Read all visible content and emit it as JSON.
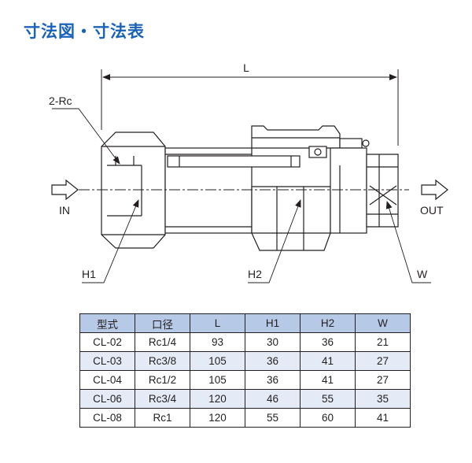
{
  "title": "寸法図・寸法表",
  "labels": {
    "L": "L",
    "rc": "2-Rc",
    "in": "IN",
    "out": "OUT",
    "h1": "H1",
    "h2": "H2",
    "w": "W"
  },
  "table": {
    "headers": [
      "型式",
      "口径",
      "L",
      "H1",
      "H2",
      "W"
    ],
    "rows": [
      [
        "CL-02",
        "Rc1/4",
        "93",
        "30",
        "36",
        "21"
      ],
      [
        "CL-03",
        "Rc3/8",
        "105",
        "36",
        "41",
        "27"
      ],
      [
        "CL-04",
        "Rc1/2",
        "105",
        "36",
        "41",
        "27"
      ],
      [
        "CL-06",
        "Rc3/4",
        "120",
        "46",
        "55",
        "35"
      ],
      [
        "CL-08",
        "Rc1",
        "120",
        "55",
        "60",
        "41"
      ]
    ]
  },
  "colors": {
    "title": "#1a63b8",
    "header_fill": "#b6c9e6",
    "stripe_fill": "#e4ebf6",
    "line": "#231f20"
  }
}
